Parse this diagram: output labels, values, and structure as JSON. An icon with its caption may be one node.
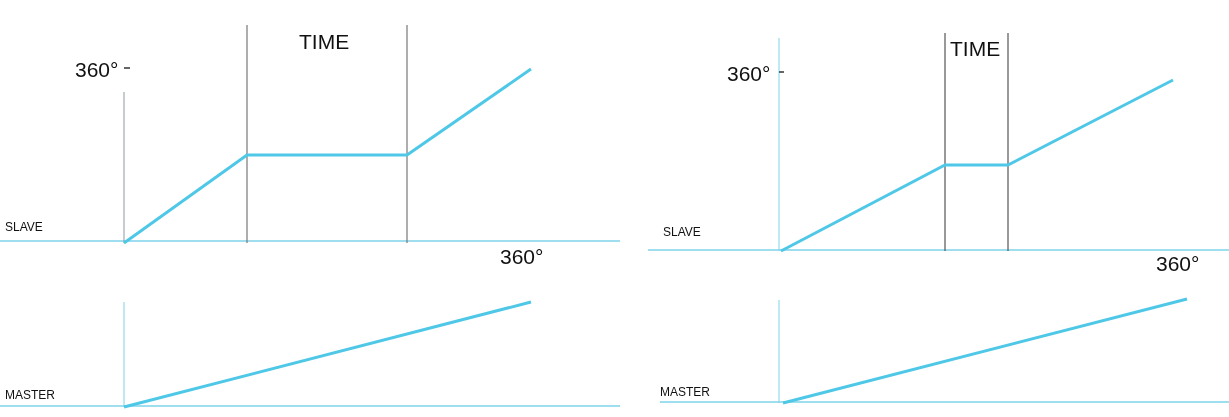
{
  "diagram": {
    "labels": [
      "TIME",
      "360°",
      "SLAVE",
      "360°",
      "MASTER",
      "TIME",
      "360°",
      "SLAVE",
      "360°",
      "MASTER"
    ]
  }
}
